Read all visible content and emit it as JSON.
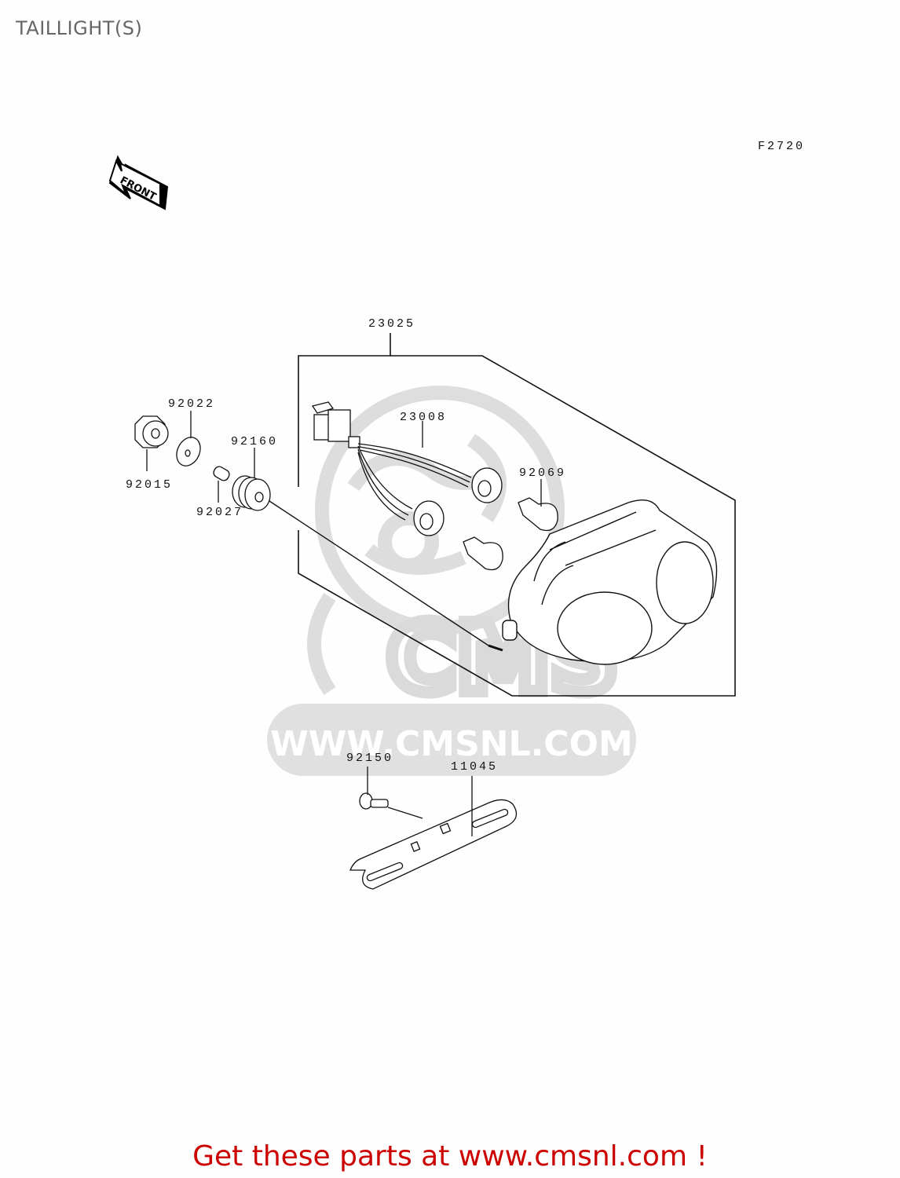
{
  "page": {
    "title": "TAILLIGHT(S)",
    "figure_code": "F2720",
    "front_indicator": "FRONT",
    "footer": "Get these parts at www.cmsnl.com !"
  },
  "watermark": {
    "brand": "CMS",
    "url": "WWW.CMSNL.COM"
  },
  "parts": [
    {
      "number": "23025",
      "description": "taillight assembly (boxed group)"
    },
    {
      "number": "23008",
      "description": "wiring harness / socket"
    },
    {
      "number": "92069",
      "description": "bulb"
    },
    {
      "number": "92022",
      "description": "washer"
    },
    {
      "number": "92015",
      "description": "nut"
    },
    {
      "number": "92160",
      "description": "damper / grommet"
    },
    {
      "number": "92027",
      "description": "collar"
    },
    {
      "number": "92150",
      "description": "bolt"
    },
    {
      "number": "11045",
      "description": "bracket"
    }
  ],
  "colors": {
    "title": "#666666",
    "footer": "#cc0000",
    "lines": "#111111",
    "watermark": "#d8d8d8"
  }
}
